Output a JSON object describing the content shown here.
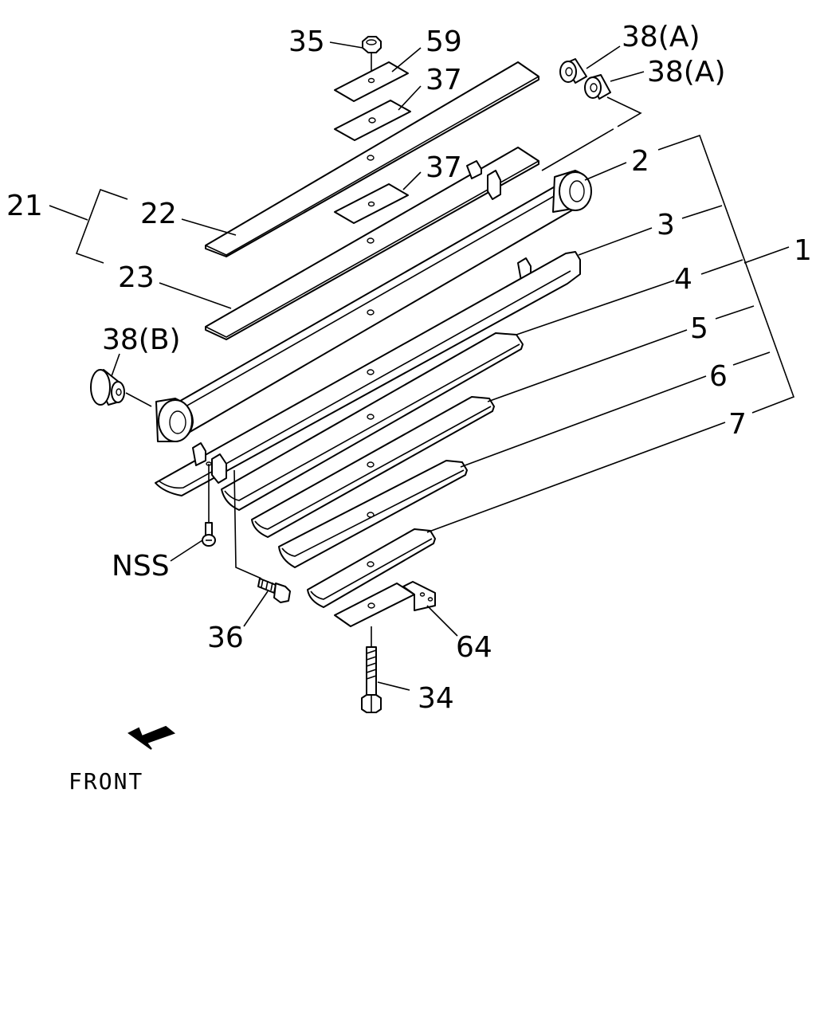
{
  "colors": {
    "ink": "#000000",
    "paper": "#ffffff"
  },
  "labels": {
    "l35": "35",
    "l59": "59",
    "l37a": "37",
    "l37b": "37",
    "l38a1": "38(A)",
    "l38a2": "38(A)",
    "l2": "2",
    "l3": "3",
    "l4": "4",
    "l5": "5",
    "l6": "6",
    "l7": "7",
    "l1": "1",
    "l21": "21",
    "l22": "22",
    "l23": "23",
    "l38b": "38(B)",
    "lnss": "NSS",
    "l36": "36",
    "l64": "64",
    "l34": "34"
  },
  "front_label": "FRONT",
  "icons": {
    "front_arrow": "arrow-down-left-icon"
  }
}
